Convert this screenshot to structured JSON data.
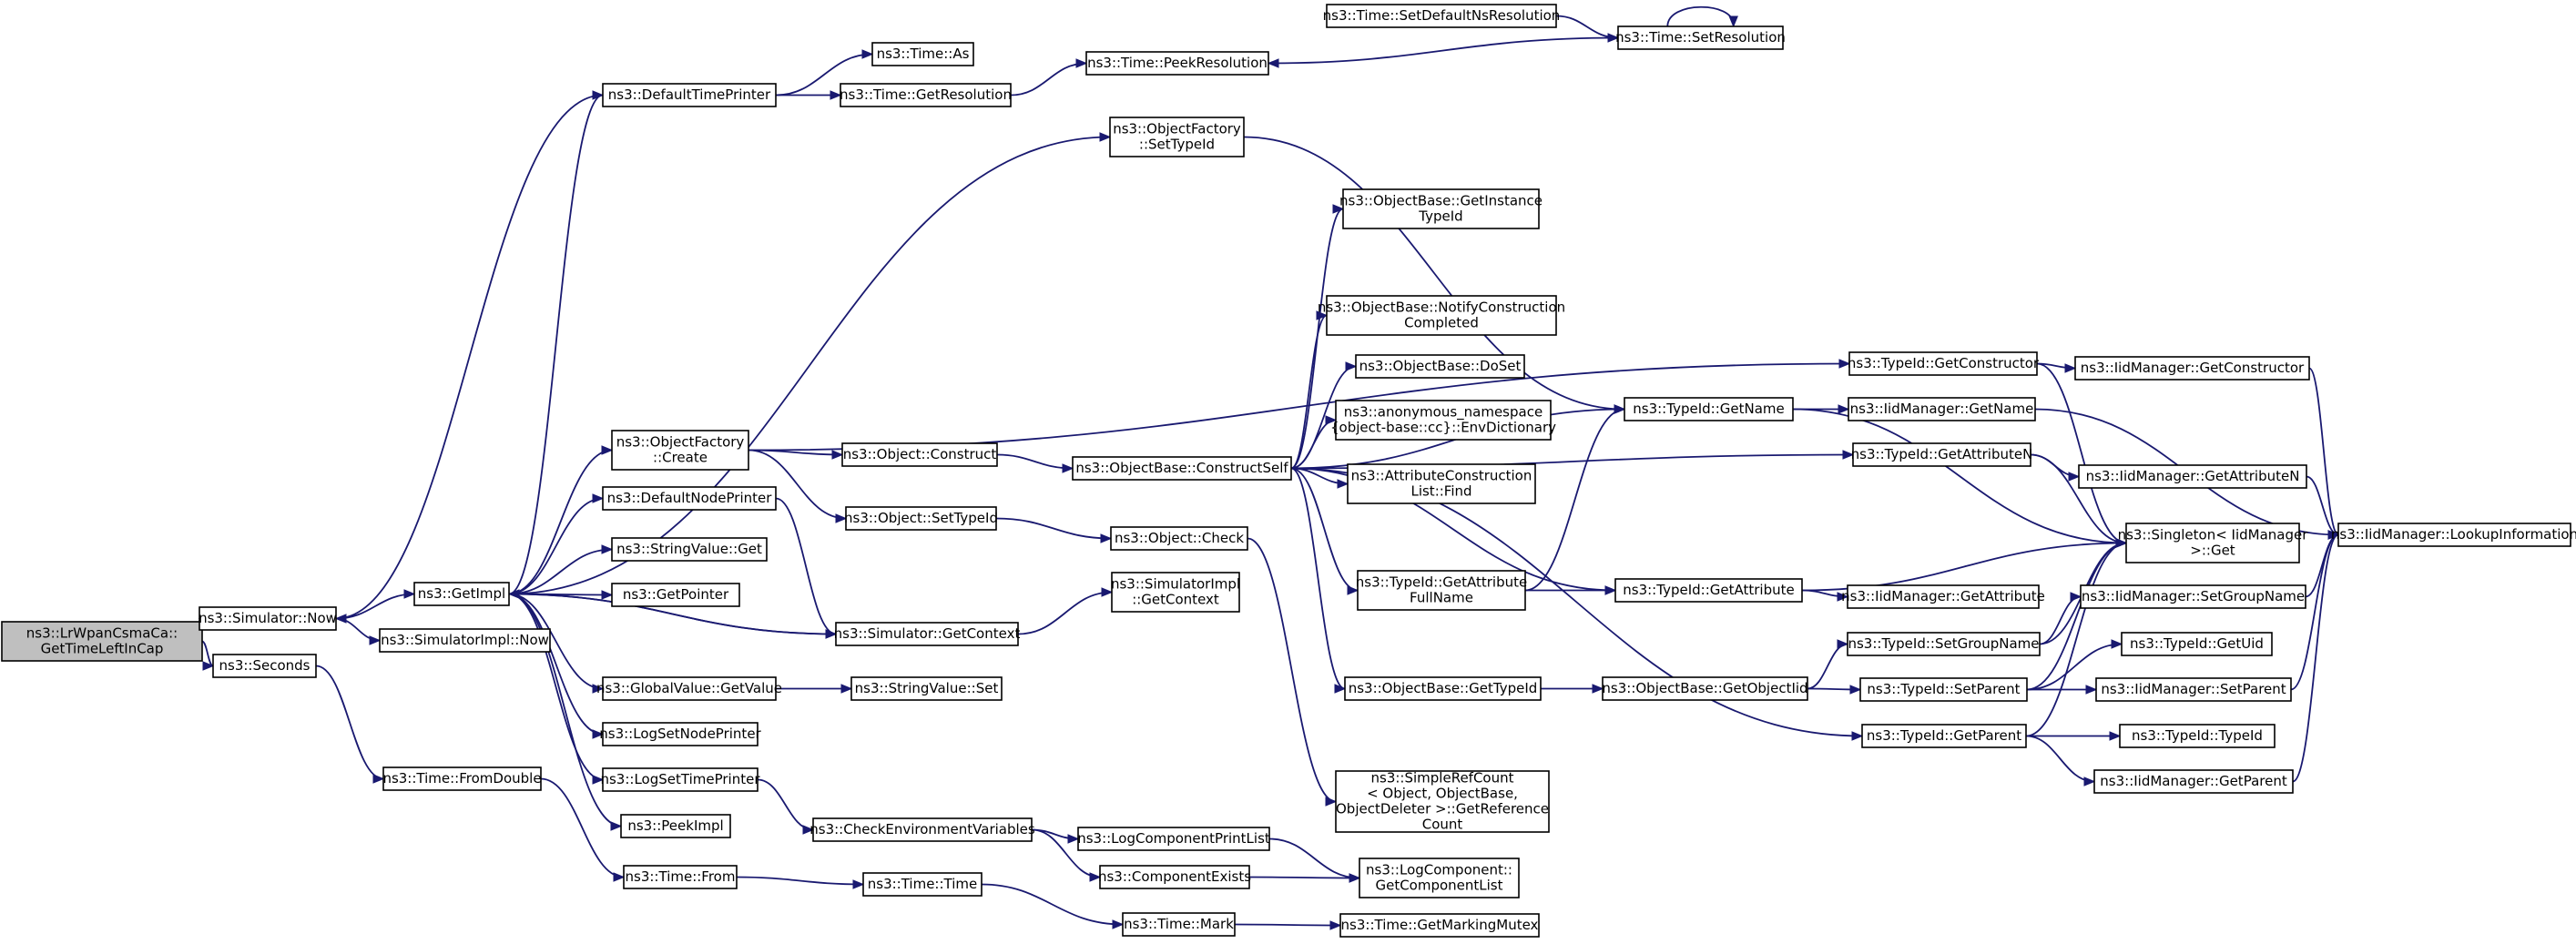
{
  "nodes": [
    {
      "id": "root",
      "lines": [
        "ns3::LrWpanCsmaCa::",
        "GetTimeLeftInCap"
      ]
    },
    {
      "id": "simnow",
      "lines": [
        "ns3::Simulator::Now"
      ]
    },
    {
      "id": "seconds",
      "lines": [
        "ns3::Seconds"
      ]
    },
    {
      "id": "getimpl",
      "lines": [
        "ns3::GetImpl"
      ]
    },
    {
      "id": "simimplnow",
      "lines": [
        "ns3::SimulatorImpl::Now"
      ]
    },
    {
      "id": "fromdouble",
      "lines": [
        "ns3::Time::FromDouble"
      ]
    },
    {
      "id": "timefrom",
      "lines": [
        "ns3::Time::From"
      ]
    },
    {
      "id": "timetime",
      "lines": [
        "ns3::Time::Time"
      ]
    },
    {
      "id": "timemark",
      "lines": [
        "ns3::Time::Mark"
      ]
    },
    {
      "id": "markmutex",
      "lines": [
        "ns3::Time::GetMarkingMutex"
      ]
    },
    {
      "id": "deftimeprinter",
      "lines": [
        "ns3::DefaultTimePrinter"
      ]
    },
    {
      "id": "timeas",
      "lines": [
        "ns3::Time::As"
      ]
    },
    {
      "id": "getres",
      "lines": [
        "ns3::Time::GetResolution"
      ]
    },
    {
      "id": "peekres",
      "lines": [
        "ns3::Time::PeekResolution"
      ]
    },
    {
      "id": "setdefns",
      "lines": [
        "ns3::Time::SetDefaultNsResolution"
      ]
    },
    {
      "id": "setres",
      "lines": [
        "ns3::Time::SetResolution"
      ]
    },
    {
      "id": "ofsettypeid",
      "lines": [
        "ns3::ObjectFactory",
        "::SetTypeId"
      ]
    },
    {
      "id": "ofcreate",
      "lines": [
        "ns3::ObjectFactory",
        "::Create"
      ]
    },
    {
      "id": "defnodeprinter",
      "lines": [
        "ns3::DefaultNodePrinter"
      ]
    },
    {
      "id": "strvalget",
      "lines": [
        "ns3::StringValue::Get"
      ]
    },
    {
      "id": "getpointer",
      "lines": [
        "ns3::GetPointer"
      ]
    },
    {
      "id": "gvgetvalue",
      "lines": [
        "ns3::GlobalValue::GetValue"
      ]
    },
    {
      "id": "logsetnode",
      "lines": [
        "ns3::LogSetNodePrinter"
      ]
    },
    {
      "id": "logsettime",
      "lines": [
        "ns3::LogSetTimePrinter"
      ]
    },
    {
      "id": "peekimpl",
      "lines": [
        "ns3::PeekImpl"
      ]
    },
    {
      "id": "objconstruct",
      "lines": [
        "ns3::Object::Construct"
      ]
    },
    {
      "id": "objsettypeid",
      "lines": [
        "ns3::Object::SetTypeId"
      ]
    },
    {
      "id": "simgetcontext",
      "lines": [
        "ns3::Simulator::GetContext"
      ]
    },
    {
      "id": "strvalset",
      "lines": [
        "ns3::StringValue::Set"
      ]
    },
    {
      "id": "checkenv",
      "lines": [
        "ns3::CheckEnvironmentVariables"
      ]
    },
    {
      "id": "objcheck",
      "lines": [
        "ns3::Object::Check"
      ]
    },
    {
      "id": "simimplctx",
      "lines": [
        "ns3::SimulatorImpl",
        "::GetContext"
      ]
    },
    {
      "id": "logcompprint",
      "lines": [
        "ns3::LogComponentPrintList"
      ]
    },
    {
      "id": "compexists",
      "lines": [
        "ns3::ComponentExists"
      ]
    },
    {
      "id": "logcomplist",
      "lines": [
        "ns3::LogComponent::",
        "GetComponentList"
      ]
    },
    {
      "id": "constructself",
      "lines": [
        "ns3::ObjectBase::ConstructSelf"
      ]
    },
    {
      "id": "obgetinst",
      "lines": [
        "ns3::ObjectBase::GetInstance",
        "TypeId"
      ]
    },
    {
      "id": "obnotify",
      "lines": [
        "ns3::ObjectBase::NotifyConstruction",
        "Completed"
      ]
    },
    {
      "id": "obdoset",
      "lines": [
        "ns3::ObjectBase::DoSet"
      ]
    },
    {
      "id": "envdict",
      "lines": [
        "ns3::anonymous_namespace",
        "{object-base::cc}::EnvDictionary"
      ]
    },
    {
      "id": "attrfind",
      "lines": [
        "ns3::AttributeConstruction",
        "List::Find"
      ]
    },
    {
      "id": "tigetattrfull",
      "lines": [
        "ns3::TypeId::GetAttribute",
        "FullName"
      ]
    },
    {
      "id": "obgettypeid",
      "lines": [
        "ns3::ObjectBase::GetTypeId"
      ]
    },
    {
      "id": "simplerefcount",
      "lines": [
        "ns3::SimpleRefCount",
        "< Object, ObjectBase,",
        "ObjectDeleter >::GetReference",
        "Count"
      ]
    },
    {
      "id": "tigetname",
      "lines": [
        "ns3::TypeId::GetName"
      ]
    },
    {
      "id": "tigetattr",
      "lines": [
        "ns3::TypeId::GetAttribute"
      ]
    },
    {
      "id": "obgetobjtid",
      "lines": [
        "ns3::ObjectBase::GetObjectIid"
      ]
    },
    {
      "id": "tigetconstructor",
      "lines": [
        "ns3::TypeId::GetConstructor"
      ]
    },
    {
      "id": "iidgetname",
      "lines": [
        "ns3::IidManager::GetName"
      ]
    },
    {
      "id": "tigetattrn",
      "lines": [
        "ns3::TypeId::GetAttributeN"
      ]
    },
    {
      "id": "iidgetattr",
      "lines": [
        "ns3::IidManager::GetAttribute"
      ]
    },
    {
      "id": "tisetgroup",
      "lines": [
        "ns3::TypeId::SetGroupName"
      ]
    },
    {
      "id": "tisetparent",
      "lines": [
        "ns3::TypeId::SetParent"
      ]
    },
    {
      "id": "tigetparent",
      "lines": [
        "ns3::TypeId::GetParent"
      ]
    },
    {
      "id": "iidgetconstructor",
      "lines": [
        "ns3::IidManager::GetConstructor"
      ]
    },
    {
      "id": "iidgetattrn",
      "lines": [
        "ns3::IidManager::GetAttributeN"
      ]
    },
    {
      "id": "singleton",
      "lines": [
        "ns3::Singleton< IidManager",
        ">::Get"
      ]
    },
    {
      "id": "iidsetgroup",
      "lines": [
        "ns3::IidManager::SetGroupName"
      ]
    },
    {
      "id": "tigetuid",
      "lines": [
        "ns3::TypeId::GetUid"
      ]
    },
    {
      "id": "iidsetparent",
      "lines": [
        "ns3::IidManager::SetParent"
      ]
    },
    {
      "id": "titypeid",
      "lines": [
        "ns3::TypeId::TypeId"
      ]
    },
    {
      "id": "iidgetparent",
      "lines": [
        "ns3::IidManager::GetParent"
      ]
    },
    {
      "id": "iidlookup",
      "lines": [
        "ns3::IidManager::LookupInformation"
      ]
    }
  ],
  "edges": [
    [
      "root",
      "simnow"
    ],
    [
      "root",
      "seconds"
    ],
    [
      "simnow",
      "getimpl"
    ],
    [
      "simnow",
      "simimplnow"
    ],
    [
      "seconds",
      "fromdouble"
    ],
    [
      "fromdouble",
      "timefrom"
    ],
    [
      "timefrom",
      "timetime"
    ],
    [
      "timetime",
      "timemark"
    ],
    [
      "timemark",
      "markmutex"
    ],
    [
      "getimpl",
      "deftimeprinter"
    ],
    [
      "deftimeprinter",
      "simnow"
    ],
    [
      "deftimeprinter",
      "timeas"
    ],
    [
      "deftimeprinter",
      "getres"
    ],
    [
      "getres",
      "peekres"
    ],
    [
      "setdefns",
      "setres"
    ],
    [
      "setres",
      "peekres"
    ],
    [
      "setres",
      "setres"
    ],
    [
      "getimpl",
      "ofsettypeid"
    ],
    [
      "ofsettypeid",
      "tigetname"
    ],
    [
      "getimpl",
      "ofcreate"
    ],
    [
      "ofcreate",
      "objconstruct"
    ],
    [
      "ofcreate",
      "objsettypeid"
    ],
    [
      "ofcreate",
      "tigetconstructor"
    ],
    [
      "getimpl",
      "defnodeprinter"
    ],
    [
      "defnodeprinter",
      "simgetcontext"
    ],
    [
      "getimpl",
      "strvalget"
    ],
    [
      "getimpl",
      "getpointer"
    ],
    [
      "getimpl",
      "simgetcontext"
    ],
    [
      "simgetcontext",
      "getimpl"
    ],
    [
      "simgetcontext",
      "simimplctx"
    ],
    [
      "getimpl",
      "gvgetvalue"
    ],
    [
      "gvgetvalue",
      "strvalset"
    ],
    [
      "getimpl",
      "logsetnode"
    ],
    [
      "getimpl",
      "logsettime"
    ],
    [
      "logsettime",
      "checkenv"
    ],
    [
      "getimpl",
      "peekimpl"
    ],
    [
      "checkenv",
      "logcompprint"
    ],
    [
      "checkenv",
      "compexists"
    ],
    [
      "logcompprint",
      "logcomplist"
    ],
    [
      "compexists",
      "logcomplist"
    ],
    [
      "objconstruct",
      "constructself"
    ],
    [
      "objsettypeid",
      "objcheck"
    ],
    [
      "objcheck",
      "simplerefcount"
    ],
    [
      "constructself",
      "obgetinst"
    ],
    [
      "constructself",
      "obnotify"
    ],
    [
      "constructself",
      "obdoset"
    ],
    [
      "constructself",
      "envdict"
    ],
    [
      "constructself",
      "attrfind"
    ],
    [
      "constructself",
      "tigetattrfull"
    ],
    [
      "constructself",
      "obgettypeid"
    ],
    [
      "constructself",
      "tigetname"
    ],
    [
      "constructself",
      "tigetattrn"
    ],
    [
      "constructself",
      "tigetattr"
    ],
    [
      "constructself",
      "tigetparent"
    ],
    [
      "tigetattrfull",
      "tigetname"
    ],
    [
      "tigetattrfull",
      "tigetattr"
    ],
    [
      "obgettypeid",
      "obgetobjtid"
    ],
    [
      "obgetobjtid",
      "tisetgroup"
    ],
    [
      "obgetobjtid",
      "tisetparent"
    ],
    [
      "tigetname",
      "iidgetname"
    ],
    [
      "tigetname",
      "singleton"
    ],
    [
      "tigetattr",
      "iidgetattr"
    ],
    [
      "tigetattr",
      "singleton"
    ],
    [
      "tigetconstructor",
      "iidgetconstructor"
    ],
    [
      "tigetconstructor",
      "singleton"
    ],
    [
      "tigetattrn",
      "iidgetattrn"
    ],
    [
      "tigetattrn",
      "singleton"
    ],
    [
      "tisetgroup",
      "iidsetgroup"
    ],
    [
      "tisetgroup",
      "singleton"
    ],
    [
      "tisetparent",
      "tigetuid"
    ],
    [
      "tisetparent",
      "iidsetparent"
    ],
    [
      "tisetparent",
      "singleton"
    ],
    [
      "tigetparent",
      "titypeid"
    ],
    [
      "tigetparent",
      "iidgetparent"
    ],
    [
      "tigetparent",
      "singleton"
    ],
    [
      "iidgetname",
      "iidlookup"
    ],
    [
      "iidgetconstructor",
      "iidlookup"
    ],
    [
      "iidgetattrn",
      "iidlookup"
    ],
    [
      "iidsetgroup",
      "iidlookup"
    ],
    [
      "iidsetparent",
      "iidlookup"
    ],
    [
      "iidgetparent",
      "iidlookup"
    ]
  ],
  "colors": {
    "edge": "#191970",
    "node_border": "#000000",
    "root_fill": "#bfbfbf",
    "node_fill": "#ffffff"
  }
}
